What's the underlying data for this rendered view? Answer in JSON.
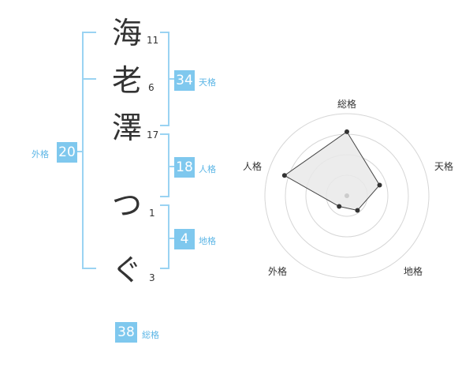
{
  "name": {
    "chars": [
      {
        "char": "海",
        "strokes": "11"
      },
      {
        "char": "老",
        "strokes": "6"
      },
      {
        "char": "澤",
        "strokes": "17"
      },
      {
        "char": "つ",
        "strokes": "1"
      },
      {
        "char": "ぐ",
        "strokes": "3"
      }
    ]
  },
  "kakusu": {
    "tenkaku": {
      "value": "34",
      "label": "天格"
    },
    "jinkaku": {
      "value": "18",
      "label": "人格"
    },
    "chikaku": {
      "value": "4",
      "label": "地格"
    },
    "gaikaku": {
      "value": "20",
      "label": "外格"
    },
    "soukaku": {
      "value": "38",
      "label": "総格"
    }
  },
  "chart_data": {
    "type": "radar",
    "axes": [
      "総格",
      "天格",
      "地格",
      "外格",
      "人格"
    ],
    "values": [
      0.78,
      0.42,
      0.22,
      0.16,
      0.8
    ],
    "rings": 4,
    "range": [
      0,
      1
    ]
  },
  "colors": {
    "accent": "#7fc8ee",
    "accent_text": "#5cb6e6",
    "bracket": "#9ad3f2",
    "grid": "#d6d6d6",
    "fill": "#e9e9e9"
  }
}
